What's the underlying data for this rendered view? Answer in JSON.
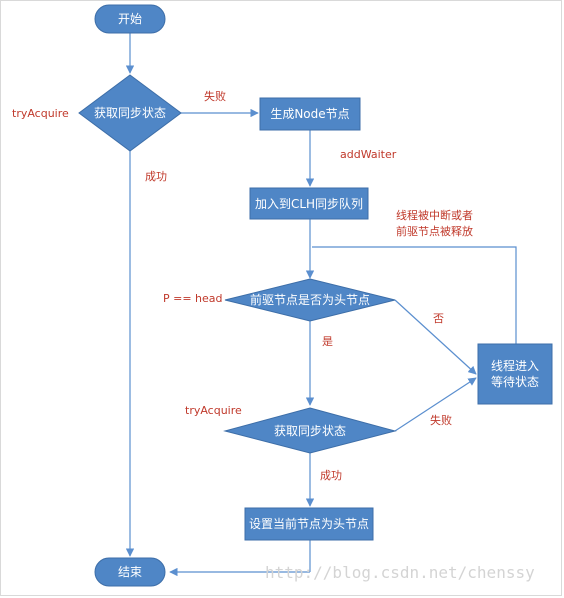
{
  "colors": {
    "shape_fill": "#4f86c6",
    "shape_stroke": "#3d6ea8",
    "line": "#5b8fcf",
    "label": "#c0392b",
    "watermark": "#d4d4d4"
  },
  "nodes": {
    "start": "开始",
    "acquire1": "获取同步状态",
    "create_node": "生成Node节点",
    "enqueue": "加入到CLH同步队列",
    "pred_is_head": "前驱节点是否为头节点",
    "wait_line1": "线程进入",
    "wait_line2": "等待状态",
    "acquire2": "获取同步状态",
    "set_head": "设置当前节点为头节点",
    "end": "结束"
  },
  "labels": {
    "tryacquire1": "tryAcquire",
    "fail1": "失败",
    "success1": "成功",
    "add_waiter": "addWaiter",
    "interrupt_line1": "线程被中断或者",
    "interrupt_line2": "前驱节点被释放",
    "p_eq_head": "P == head",
    "no": "否",
    "yes": "是",
    "tryacquire2": "tryAcquire",
    "fail2": "失败",
    "success2": "成功"
  },
  "watermark": "http://blog.csdn.net/chenssy"
}
